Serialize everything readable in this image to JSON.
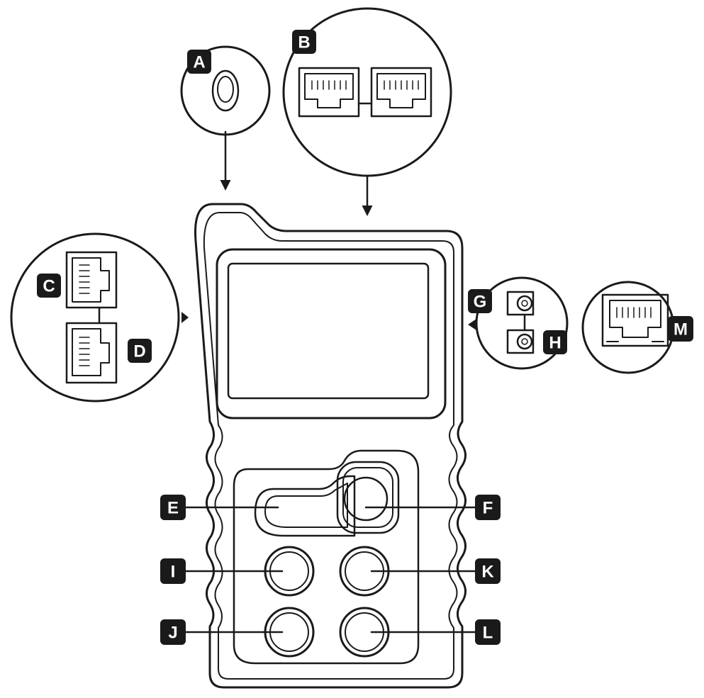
{
  "labels": {
    "A": "A",
    "B": "B",
    "C": "C",
    "D": "D",
    "E": "E",
    "F": "F",
    "G": "G",
    "H": "H",
    "I": "I",
    "J": "J",
    "K": "K",
    "L": "L",
    "M": "M"
  },
  "colors": {
    "ink": "#1a1a1a",
    "background": "#ffffff",
    "badge_text": "#ffffff"
  }
}
